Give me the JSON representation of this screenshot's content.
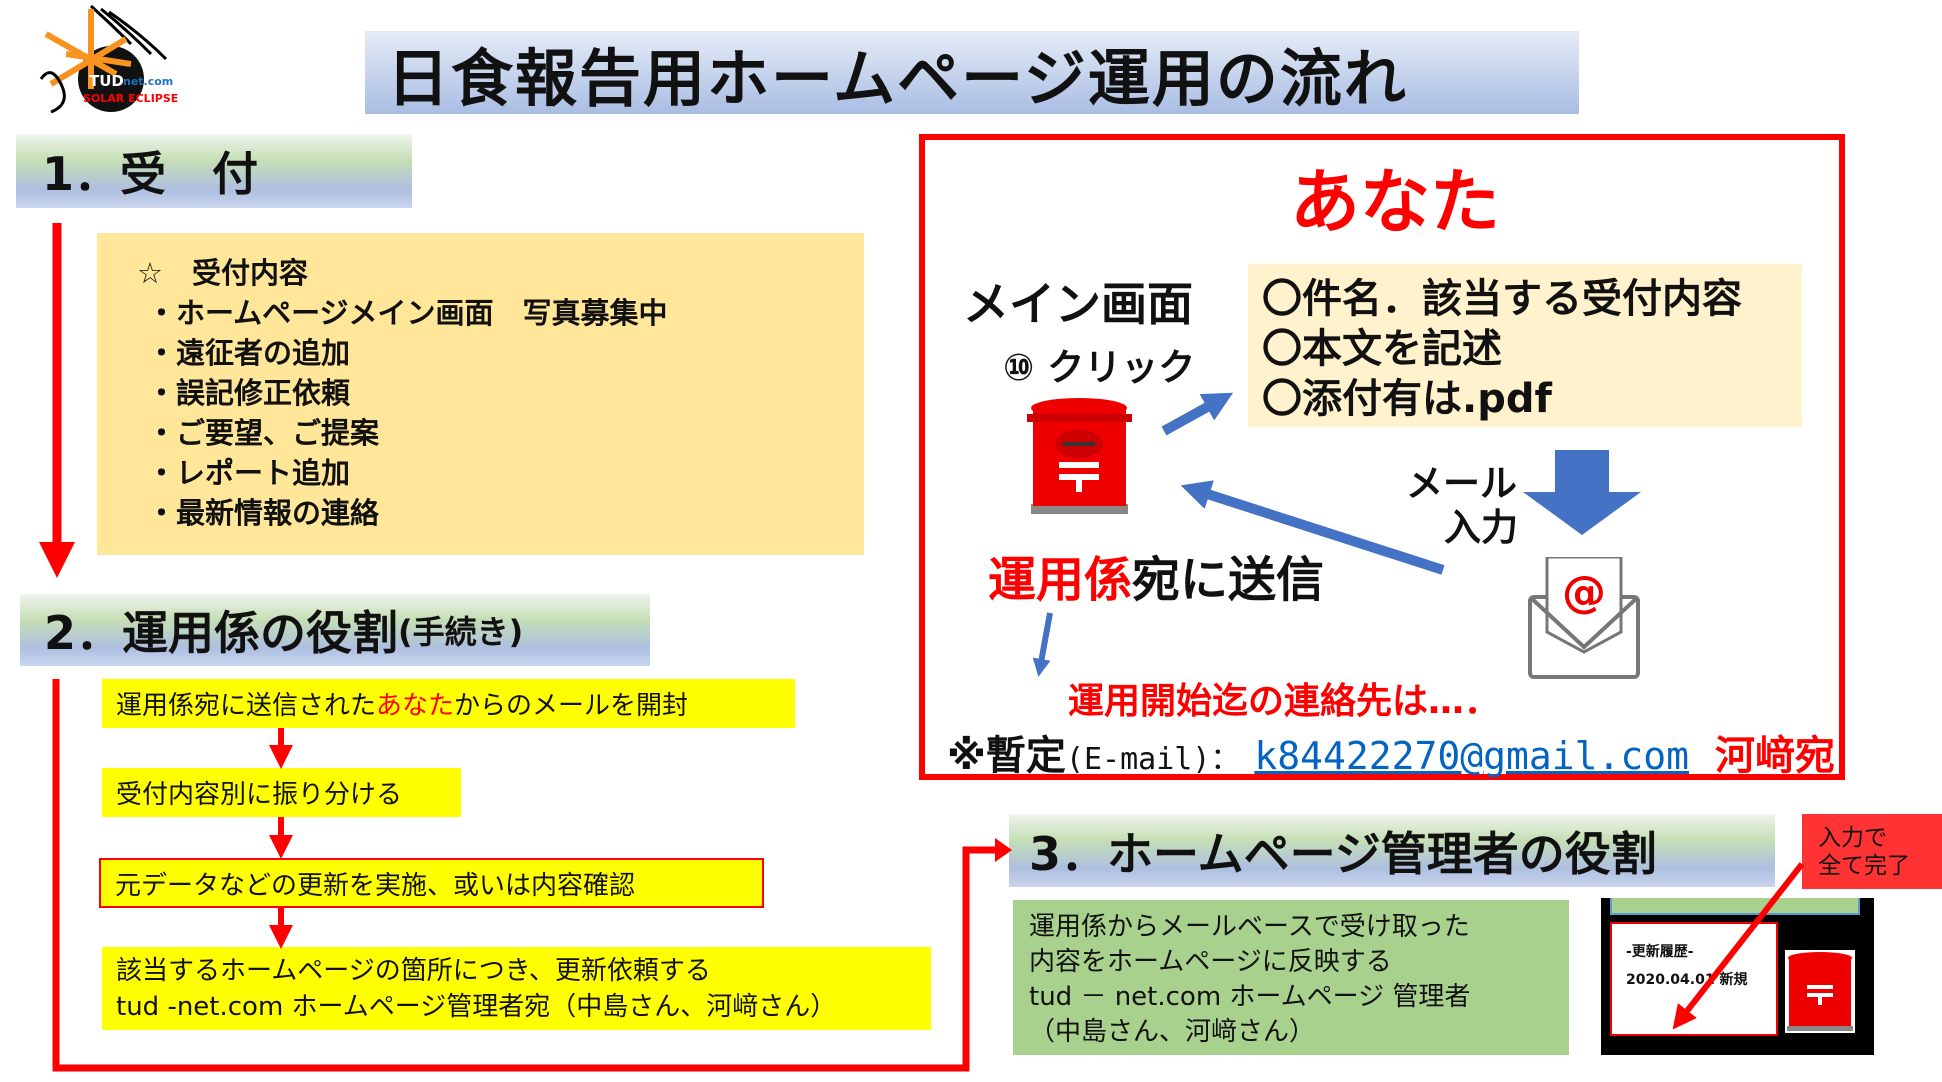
{
  "logo": {
    "text_main": "TUD",
    "text_net": "net.com",
    "text_sub": "SOLAR ECLIPSE"
  },
  "title": "日食報告用ホームページ運用の流れ",
  "section1": {
    "heading": "1．受　付",
    "box_title": "☆　受付内容",
    "items": [
      "・ホームページメイン画面　写真募集中",
      "・遠征者の追加",
      "・誤記修正依頼",
      "・ご要望、ご提案",
      "・レポート追加",
      "・最新情報の連絡"
    ]
  },
  "section2": {
    "heading": "2．運用係の役割",
    "heading_sub": "(手続き)",
    "steps": [
      {
        "pre": "運用係宛に送信された",
        "highlight": "あなた",
        "post": "からのメールを開封"
      },
      {
        "text": "受付内容別に振り分ける"
      },
      {
        "text": "元データなどの更新を実施、或いは内容確認"
      },
      {
        "line1": "該当するホームページの箇所につき、更新依頼する",
        "line2": "tud -net.com ホームページ管理者宛（中島さん、河﨑さん）"
      }
    ]
  },
  "you_panel": {
    "title": "あなた",
    "main_screen": "メイン画面",
    "click": "⑩ クリック",
    "mail_items": [
      "〇件名．該当する受付内容",
      "〇本文を記述",
      "〇添付有は.pdf"
    ],
    "mail_input_1": "メール",
    "mail_input_2": "入力",
    "send_red": "運用係",
    "send_black": "宛に送信",
    "contact": "運用開始迄の連絡先は…．",
    "provisional": "※暫定",
    "email_label": "(E-mail)：",
    "email": "k84422270@gmail.com",
    "addressee": "河﨑宛"
  },
  "section3": {
    "heading": "3．ホームページ管理者の役割",
    "note_line1": "入力で",
    "note_line2": "全て完了",
    "desc": [
      "運用係からメールベースで受け取った",
      "内容をホームページに反映する",
      "tud － net.com ホームページ 管理者",
      "（中島さん、河﨑さん）"
    ],
    "history_title": "-更新履歴-",
    "history_entry": "2020.04.01 新規"
  },
  "colors": {
    "red": "#ff0000",
    "blue": "#4472c4",
    "beige": "#fff2cc",
    "yellow_box": "#ffe699",
    "green": "#a9d18e"
  }
}
